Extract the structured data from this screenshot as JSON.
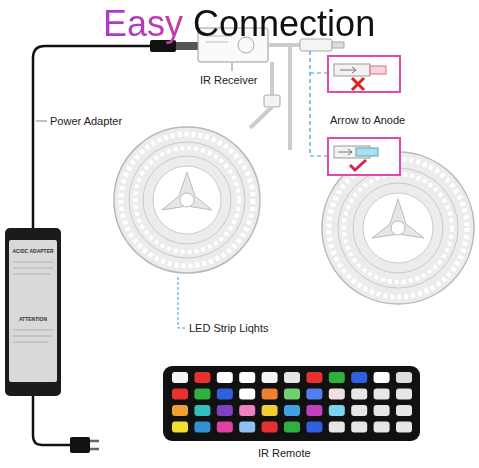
{
  "diagram": {
    "title": "Easy Connection",
    "labels": [
      "Power Adapter",
      "IR Receiver",
      "Arrow to Anode",
      "AC/DC ADAPTER",
      "ATTENTION",
      "LED Strip Liqhts",
      "IR Remote"
    ]
  }
}
